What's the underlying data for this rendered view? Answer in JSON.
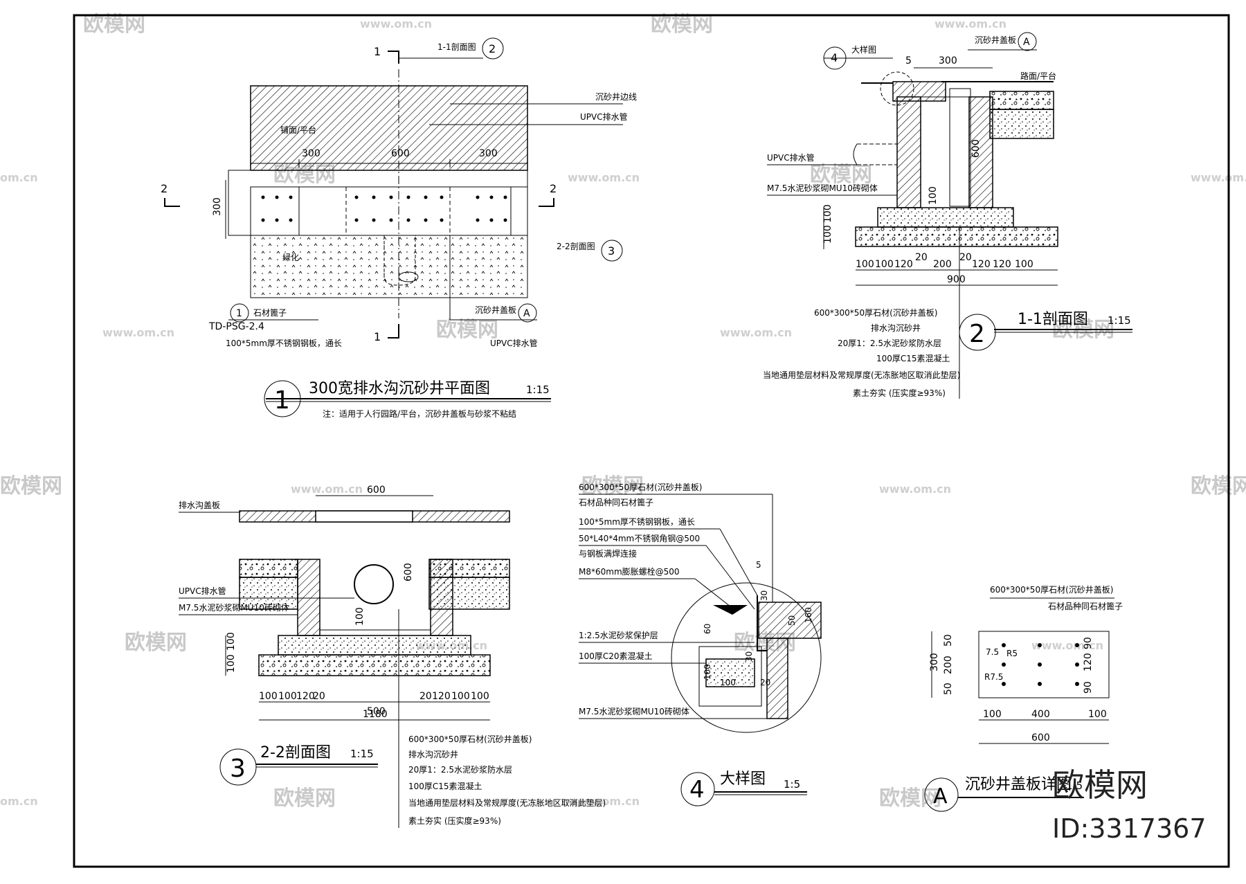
{
  "watermark": {
    "brand": "欧模网",
    "url": "www.om.cn",
    "short_url": "om.cn"
  },
  "footer": {
    "brand": "欧模网",
    "id_text": "ID:3317367"
  },
  "plan": {
    "title": "300宽排水沟沉砂井平面图",
    "scale": "1:15",
    "number": "1",
    "note": "注：适用于人行园路/平台，沉砂井盖板与砂浆不粘结",
    "section_marks": {
      "v1_top": "1",
      "v1_bottom": "1",
      "h2_left": "2",
      "h2_right": "2"
    },
    "callouts": {
      "section_1_1": "1-1剖面图",
      "section_1_1_ref": "2",
      "section_2_2": "2-2剖面图",
      "section_2_2_ref": "3",
      "cover_plate": "沉砂井盖板",
      "cover_plate_ref": "A",
      "stone_curb": "石材篦子",
      "stone_curb_ref": "1",
      "curb_code": "TD-PSG-2.4",
      "steel_plate": "100*5mm厚不锈钢钢板，通长",
      "upvc_pipe": "UPVC排水管",
      "sand_well_edge": "沉砂井边线",
      "upvc_pipe_top": "UPVC排水管",
      "paving": "铺面/平台",
      "greenery": "绿化"
    },
    "dims": {
      "d300a": "300",
      "d600": "600",
      "d300b": "300",
      "d300h": "300"
    }
  },
  "sec11": {
    "title": "1-1剖面图",
    "scale": "1:15",
    "number": "2",
    "detail_ref": "4",
    "detail_label": "大样图",
    "cover_label": "沉砂井盖板",
    "cover_ref": "A",
    "paving": "路面/平台",
    "upvc": "UPVC排水管",
    "masonry": "M7.5水泥砂浆砌MU10砖砌体",
    "dims_top": [
      "5",
      "300"
    ],
    "dims_v": [
      "600",
      "100",
      "100",
      "100"
    ],
    "dims_bottom": [
      "100",
      "100",
      "120",
      "20",
      "200",
      "20",
      "120",
      "120",
      "100"
    ],
    "total": "900",
    "notes": [
      "600*300*50厚石材(沉砂井盖板)",
      "排水沟沉砂井",
      "20厚1：2.5水泥砂浆防水层",
      "100厚C15素混凝土",
      "当地通用垫层材料及常规厚度(无冻胀地区取消此垫层)",
      "素土夯实 (压实度≥93%)"
    ]
  },
  "sec22": {
    "title": "2-2剖面图",
    "scale": "1:15",
    "number": "3",
    "cover_label": "排水沟盖板",
    "upvc": "UPVC排水管",
    "masonry": "M7.5水泥砂浆砌MU10砖砌体",
    "dims_top": "600",
    "dims_v": [
      "600",
      "100",
      "100",
      "100"
    ],
    "dims_bottom": [
      "100",
      "100",
      "120",
      "20",
      "500",
      "20",
      "120",
      "100",
      "100"
    ],
    "total": "1180",
    "notes": [
      "600*300*50厚石材(沉砂井盖板)",
      "排水沟沉砂井",
      "20厚1：2.5水泥砂浆防水层",
      "100厚C15素混凝土",
      "当地通用垫层材料及常规厚度(无冻胀地区取消此垫层)",
      "素土夯实 (压实度≥93%)"
    ]
  },
  "detail": {
    "title": "大样图",
    "scale": "1:5",
    "number": "4",
    "labels": [
      "600*300*50厚石材(沉砂井盖板)",
      "石材品种同石材篦子",
      "100*5mm厚不锈钢钢板，通长",
      "50*L40*4mm不锈钢角钢@500",
      "与钢板满焊连接",
      "M8*60mm膨胀螺栓@500",
      "1:2.5水泥砂浆保护层",
      "100厚C20素混凝土",
      "M7.5水泥砂浆砌MU10砖砌体"
    ],
    "dims": [
      "5",
      "30",
      "50",
      "160",
      "60",
      "30",
      "100",
      "100",
      "20"
    ]
  },
  "cover": {
    "title": "沉砂井盖板详图",
    "scale": "1:5",
    "number": "A",
    "label": "600*300*50厚石材(沉砂井盖板)",
    "sublabel": "石材品种同石材篦子",
    "dims_left": [
      "300",
      "50",
      "200",
      "50"
    ],
    "dims_right": [
      "90",
      "120",
      "90"
    ],
    "dims_bottom": [
      "100",
      "400",
      "100"
    ],
    "total": "600",
    "radius": [
      "R5",
      "R7.5"
    ],
    "offset": "7.5"
  }
}
